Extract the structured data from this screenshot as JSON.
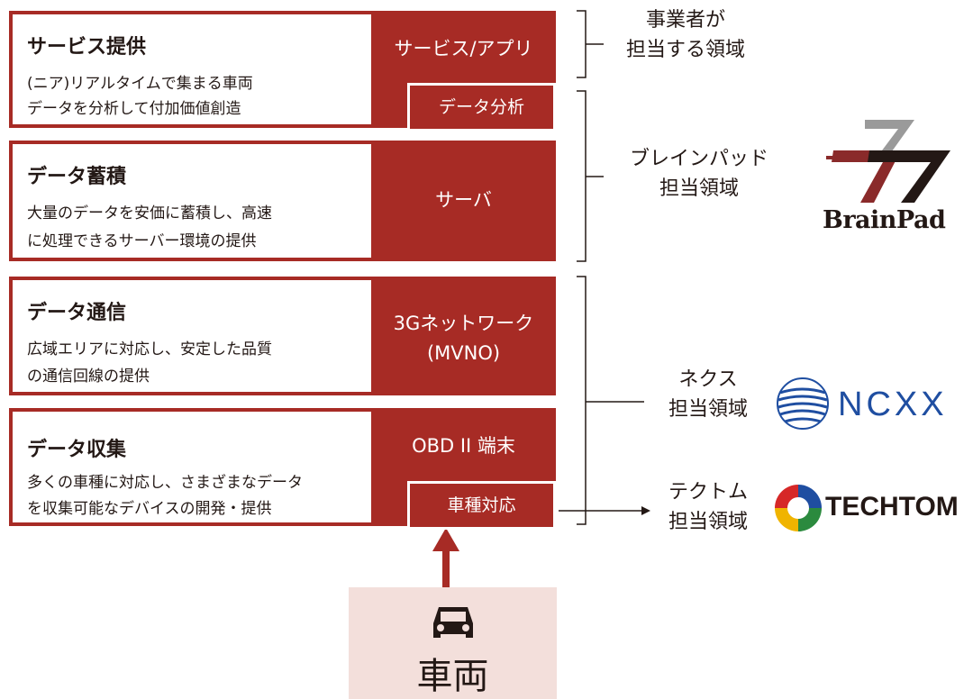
{
  "layers": [
    {
      "title": "サービス提供",
      "desc": [
        "(ニア)リアルタイムで集まる車両",
        "データを分析して付加価値創造"
      ],
      "tech": [
        "サービス/アプリ"
      ],
      "tag": "データ分析"
    },
    {
      "title": "データ蓄積",
      "desc": [
        "大量のデータを安価に蓄積し、高速",
        "に処理できるサーバー環境の提供"
      ],
      "tech": [
        "サーバ"
      ]
    },
    {
      "title": "データ通信",
      "desc": [
        "広域エリアに対応し、安定した品質",
        "の通信回線の提供"
      ],
      "tech": [
        "3Gネットワーク",
        "(MVNO)"
      ]
    },
    {
      "title": "データ収集",
      "desc": [
        "多くの車種に対応し、さまざまなデータ",
        "を収集可能なデバイスの開発・提供"
      ],
      "tech": [
        "OBD II 端末"
      ],
      "tag": "車種対応"
    }
  ],
  "responsibility": [
    {
      "lines": [
        "事業者が",
        "担当する領域"
      ]
    },
    {
      "lines": [
        "ブレインパッド",
        "担当領域"
      ],
      "logo": "BrainPad"
    },
    {
      "lines": [
        "ネクス",
        "担当領域"
      ],
      "logo": "NCXX"
    },
    {
      "lines": [
        "テクトム",
        "担当領域"
      ],
      "logo": "TECHTOM"
    }
  ],
  "vehicle": {
    "label": "車両",
    "icon": "car-icon"
  },
  "colors": {
    "accent": "#a72b25",
    "vehicle_bg": "#f3dfdb",
    "ncxx_blue": "#1f4ea1"
  }
}
